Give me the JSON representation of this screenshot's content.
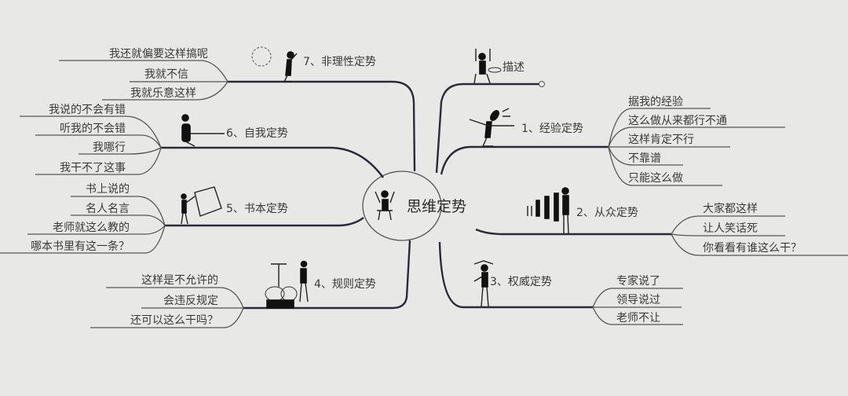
{
  "center": {
    "title": "思维定势"
  },
  "branches": {
    "describe": {
      "label": "描述"
    },
    "b1": {
      "label": "1、经验定势",
      "items": [
        "据我的经验",
        "这么做从来都行不通",
        "这样肯定不行",
        "不靠谱",
        "只能这么做"
      ]
    },
    "b2": {
      "label": "2、从众定势",
      "items": [
        "大家都这样",
        "让人笑话死",
        "你看看有谁这么干？"
      ]
    },
    "b3": {
      "label": "3、权威定势",
      "items": [
        "专家说了",
        "领导说过",
        "老师不让"
      ]
    },
    "b4": {
      "label": "4、规则定势",
      "items": [
        "这样是不允许的",
        "会违反规定",
        "还可以这么干吗？"
      ]
    },
    "b5": {
      "label": "5、书本定势",
      "items": [
        "书上说的",
        "名人名言",
        "老师就这么教的",
        "哪本书里有这一条？"
      ]
    },
    "b6": {
      "label": "6、自我定势",
      "items": [
        "我说的不会有错",
        "听我的不会错",
        "我哪行",
        "我干不了这事"
      ]
    },
    "b7": {
      "label": "7、非理性定势",
      "items": [
        "我还就偏要这样搞呢",
        "我就不信",
        "我就乐意这样"
      ]
    }
  }
}
